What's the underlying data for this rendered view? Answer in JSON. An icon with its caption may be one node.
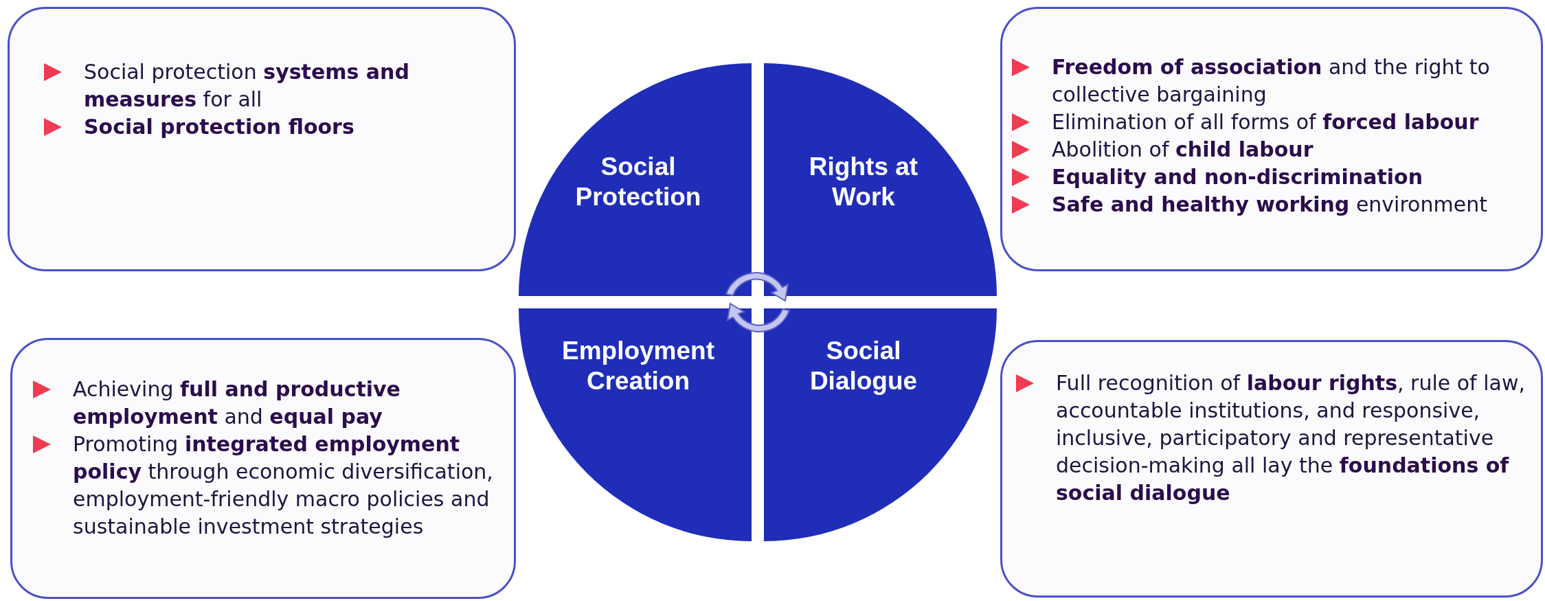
{
  "diagram": {
    "nodes": [
      {
        "text": [
          "Social protection **systems and measures** for all",
          "Social protection floors"
        ]
      },
      {
        "text": [
          "Social Protection"
        ]
      },
      {
        "text": [
          "Rights at Work"
        ]
      },
      {
        "text": [
          "**Freedom of association** and the right to collective bargaining",
          "Elimination of all forms of **forced labour**",
          "Abolition of **child labour**",
          "Equality and non-discrimination",
          "**Safe and healthy working** environment"
        ]
      },
      {
        "text": [
          "Achieving **full and productive employment** and **equal pay**",
          "Promoting **integrated employment policy** through economic diversification, employment-friendly macro policies and sustainable investment strategies"
        ]
      },
      {
        "text": [
          "Employment Creation"
        ]
      },
      {
        "text": [
          "Social Dialogue"
        ]
      },
      {
        "text": [
          "Full recognition of **labour rights**, rule of law, accountable institutions, and responsive, inclusive, participatory and representative decision-making all lay the **foundations of social dialogue**"
        ]
      }
    ]
  }
}
